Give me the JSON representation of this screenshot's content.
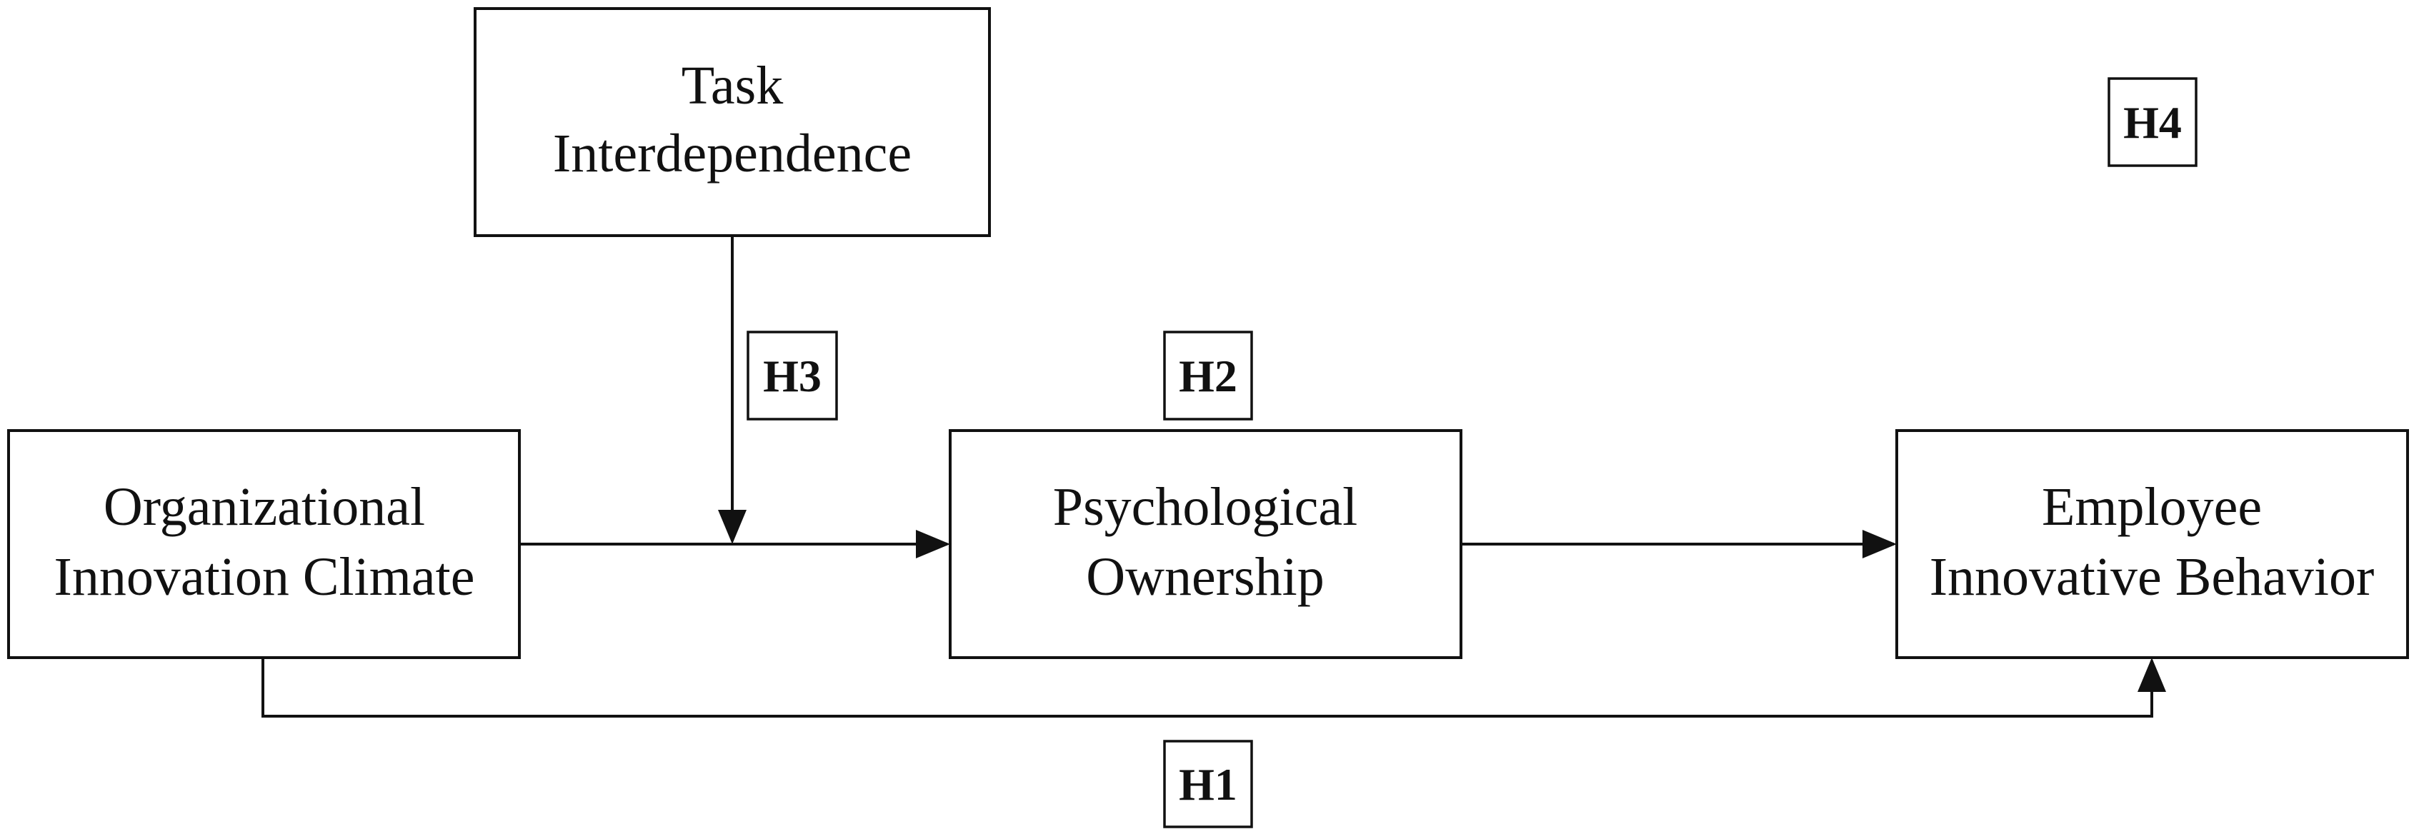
{
  "nodes": {
    "task_interdependence": {
      "line1": "Task",
      "line2": "Interdependence"
    },
    "organizational_innovation_climate": {
      "line1": "Organizational",
      "line2": "Innovation Climate"
    },
    "psychological_ownership": {
      "line1": "Psychological",
      "line2": "Ownership"
    },
    "employee_innovative_behavior": {
      "line1": "Employee",
      "line2": "Innovative Behavior"
    }
  },
  "hypotheses": {
    "h1": "H1",
    "h2": "H2",
    "h3": "H3",
    "h4": "H4"
  },
  "edges": [
    {
      "from": "organizational_innovation_climate",
      "to": "psychological_ownership"
    },
    {
      "from": "psychological_ownership",
      "to": "employee_innovative_behavior"
    },
    {
      "from": "organizational_innovation_climate",
      "to": "employee_innovative_behavior"
    },
    {
      "from": "task_interdependence",
      "to": "edge-oic-po"
    }
  ]
}
